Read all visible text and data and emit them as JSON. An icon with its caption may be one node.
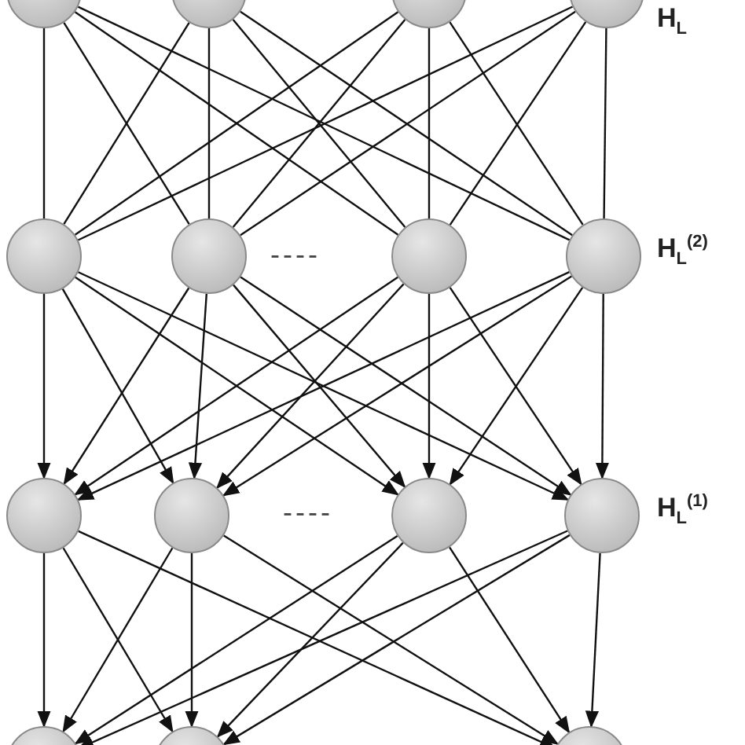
{
  "diagram": {
    "nodes": [
      {
        "text": [],
        "shape": "circle"
      },
      {
        "text": [],
        "shape": "circle"
      },
      {
        "text": [],
        "shape": "circle"
      },
      {
        "text": [],
        "shape": "circle"
      },
      {
        "text": [],
        "shape": "circle"
      },
      {
        "text": [],
        "shape": "circle"
      },
      {
        "text": [],
        "shape": "circle"
      },
      {
        "text": [],
        "shape": "circle"
      },
      {
        "text": [],
        "shape": "circle"
      },
      {
        "text": [],
        "shape": "circle"
      },
      {
        "text": [],
        "shape": "circle"
      },
      {
        "text": [],
        "shape": "circle"
      },
      {
        "text": [],
        "shape": "circle"
      },
      {
        "text": [],
        "shape": "circle"
      },
      {
        "text": [],
        "shape": "circle"
      }
    ],
    "edges": [
      {
        "from": 0,
        "to": 4,
        "arrow": "none"
      },
      {
        "from": 0,
        "to": 5,
        "arrow": "none"
      },
      {
        "from": 0,
        "to": 6,
        "arrow": "none"
      },
      {
        "from": 0,
        "to": 7,
        "arrow": "none"
      },
      {
        "from": 1,
        "to": 4,
        "arrow": "none"
      },
      {
        "from": 1,
        "to": 5,
        "arrow": "none"
      },
      {
        "from": 1,
        "to": 6,
        "arrow": "none"
      },
      {
        "from": 1,
        "to": 7,
        "arrow": "none"
      },
      {
        "from": 2,
        "to": 4,
        "arrow": "none"
      },
      {
        "from": 2,
        "to": 5,
        "arrow": "none"
      },
      {
        "from": 2,
        "to": 6,
        "arrow": "none"
      },
      {
        "from": 2,
        "to": 7,
        "arrow": "none"
      },
      {
        "from": 3,
        "to": 4,
        "arrow": "none"
      },
      {
        "from": 3,
        "to": 5,
        "arrow": "none"
      },
      {
        "from": 3,
        "to": 6,
        "arrow": "none"
      },
      {
        "from": 3,
        "to": 7,
        "arrow": "none"
      },
      {
        "from": 4,
        "to": 8,
        "arrow": "to"
      },
      {
        "from": 4,
        "to": 9,
        "arrow": "to"
      },
      {
        "from": 4,
        "to": 10,
        "arrow": "to"
      },
      {
        "from": 4,
        "to": 11,
        "arrow": "to"
      },
      {
        "from": 5,
        "to": 8,
        "arrow": "to"
      },
      {
        "from": 5,
        "to": 9,
        "arrow": "to"
      },
      {
        "from": 5,
        "to": 10,
        "arrow": "to"
      },
      {
        "from": 5,
        "to": 11,
        "arrow": "to"
      },
      {
        "from": 6,
        "to": 8,
        "arrow": "to"
      },
      {
        "from": 6,
        "to": 9,
        "arrow": "to"
      },
      {
        "from": 6,
        "to": 10,
        "arrow": "to"
      },
      {
        "from": 6,
        "to": 11,
        "arrow": "to"
      },
      {
        "from": 7,
        "to": 8,
        "arrow": "to"
      },
      {
        "from": 7,
        "to": 9,
        "arrow": "to"
      },
      {
        "from": 7,
        "to": 10,
        "arrow": "to"
      },
      {
        "from": 7,
        "to": 11,
        "arrow": "to"
      },
      {
        "from": 8,
        "to": 12,
        "arrow": "to"
      },
      {
        "from": 8,
        "to": 13,
        "arrow": "to"
      },
      {
        "from": 8,
        "to": 14,
        "arrow": "to"
      },
      {
        "from": 9,
        "to": 12,
        "arrow": "to"
      },
      {
        "from": 9,
        "to": 13,
        "arrow": "to"
      },
      {
        "from": 9,
        "to": 14,
        "arrow": "to"
      },
      {
        "from": 10,
        "to": 12,
        "arrow": "to"
      },
      {
        "from": 10,
        "to": 13,
        "arrow": "to"
      },
      {
        "from": 10,
        "to": 14,
        "arrow": "to"
      },
      {
        "from": 11,
        "to": 12,
        "arrow": "to"
      },
      {
        "from": 11,
        "to": 13,
        "arrow": "to"
      },
      {
        "from": 11,
        "to": 14,
        "arrow": "to"
      }
    ],
    "labels": [
      "H$_{L}$",
      "----",
      "H$_{L}$$^{(2)}$",
      "----",
      "H$_{L}$$^{(1)}$"
    ]
  }
}
